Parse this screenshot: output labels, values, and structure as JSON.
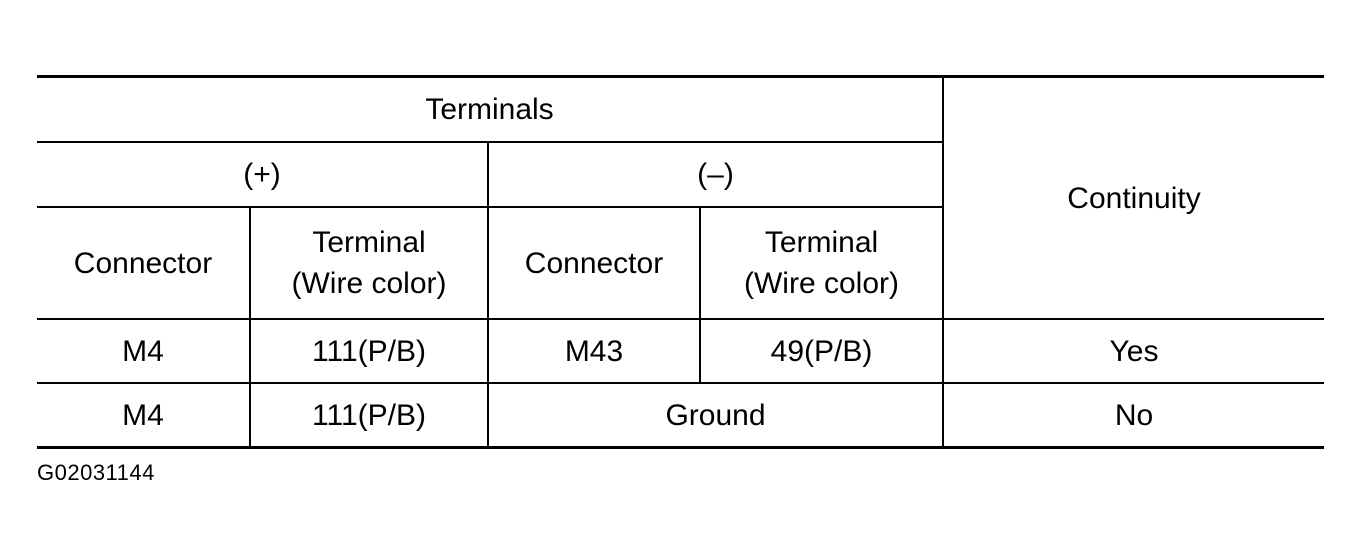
{
  "table": {
    "header": {
      "terminals": "Terminals",
      "plus": "(+)",
      "minus": "(–)",
      "continuity": "Continuity",
      "connector": "Connector",
      "terminal_line1": "Terminal",
      "terminal_line2": "(Wire color)"
    },
    "rows": [
      {
        "plus_connector": "M4",
        "plus_terminal": "111(P/B)",
        "minus_connector": "M43",
        "minus_terminal": "49(P/B)",
        "continuity": "Yes"
      },
      {
        "plus_connector": "M4",
        "plus_terminal": "111(P/B)",
        "minus_combined": "Ground",
        "continuity": "No"
      }
    ]
  },
  "figure_code": "G02031144"
}
